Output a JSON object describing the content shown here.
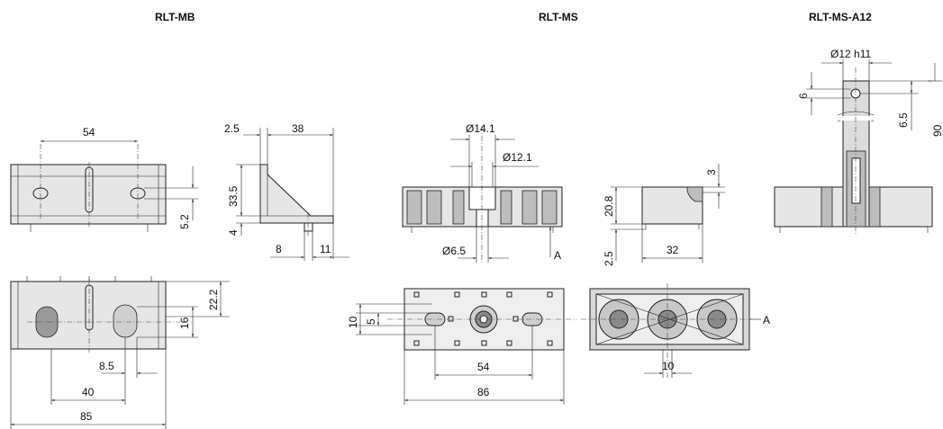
{
  "titles": {
    "mb": "RLT-MB",
    "ms": "RLT-MS",
    "msa12": "RLT-MS-A12"
  },
  "dims": {
    "mb_54": "54",
    "mb_5_2": "5.2",
    "mb_22_2": "22.2",
    "mb_16": "16",
    "mb_8_5": "8.5",
    "mb_40": "40",
    "mb_85": "85",
    "side_2_5": "2.5",
    "side_38": "38",
    "side_33_5": "33.5",
    "side_4": "4",
    "side_8": "8",
    "side_11": "11",
    "ms_d14_1": "Ø14.1",
    "ms_d12_1": "Ø12.1",
    "ms_d6_5": "Ø6.5",
    "ms_a": "A",
    "ms_10": "10",
    "ms_5": "5",
    "ms_54": "54",
    "ms_86": "86",
    "mss_3": "3",
    "mss_20_8": "20.8",
    "mss_2_5": "2.5",
    "mss_32": "32",
    "msb_a": "A",
    "msb_10": "10",
    "a12_d12": "Ø12 h11",
    "a12_6": "6",
    "a12_6_5": "6.5",
    "a12_90": "90"
  }
}
